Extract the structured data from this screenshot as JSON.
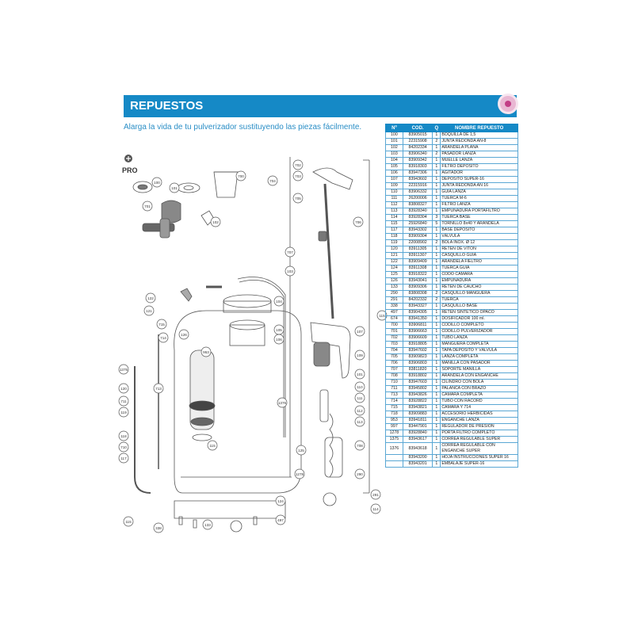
{
  "header": {
    "title": "REPUESTOS"
  },
  "subtitle": "Alarga la vida de tu pulverizador sustituyendo las piezas fácilmente.",
  "pro_label": "PRO",
  "colors": {
    "accent": "#1589c6",
    "badge": "#c23d86",
    "line": "#555555"
  },
  "table": {
    "headers": [
      "Nº",
      "COD.",
      "Q",
      "NOMBRE REPUESTO"
    ],
    "rows": [
      [
        "100",
        "83905015",
        "1",
        "BOQUILLA DE 1,5"
      ],
      [
        "101",
        "22315908",
        "2",
        "JUNTA REDONDA AN-8"
      ],
      [
        "102",
        "84202334",
        "1",
        "ARANDELA PLANA"
      ],
      [
        "103",
        "83906340",
        "2",
        "PASADOR LANZA"
      ],
      [
        "104",
        "83909342",
        "1",
        "MUELLE LANZA"
      ],
      [
        "105",
        "83918303",
        "1",
        "FILTRO DEPÓSITO"
      ],
      [
        "106",
        "83947306",
        "1",
        "AGITADOR"
      ],
      [
        "107",
        "83943602",
        "1",
        "DEPÓSITO SUPER-16"
      ],
      [
        "109",
        "22315916",
        "1",
        "JUNTA REDONDA AN 16"
      ],
      [
        "110",
        "83906332",
        "1",
        "GUÍA LANZA"
      ],
      [
        "111",
        "26200006",
        "1",
        "TUERCA M-6"
      ],
      [
        "112",
        "83808327",
        "1",
        "FILTRO LANZA"
      ],
      [
        "113",
        "83928340",
        "1",
        "EMPUÑADURA PORTAFILTRO"
      ],
      [
        "114",
        "83928304",
        "3",
        "TUERCA BASE"
      ],
      [
        "115",
        "25926840",
        "5",
        "TORNILLO 8x40 Y ARANDELA"
      ],
      [
        "117",
        "83943302",
        "1",
        "BASE DEPÓSITO"
      ],
      [
        "118",
        "83909304",
        "1",
        "VÁLVULA"
      ],
      [
        "119",
        "22008902",
        "2",
        "BOLA INOX. Ø 12"
      ],
      [
        "120",
        "83911305",
        "1",
        "RETEN DE VITÓN"
      ],
      [
        "121",
        "83911307",
        "1",
        "CASQUILLO GUÍA"
      ],
      [
        "122",
        "83909409",
        "1",
        "ARANDELA FIELTRO"
      ],
      [
        "124",
        "83911308",
        "1",
        "TUERCA GUÍA"
      ],
      [
        "125",
        "83918322",
        "1",
        "CODO CÁMARA"
      ],
      [
        "126",
        "83943041",
        "1",
        "EMPUÑADURA"
      ],
      [
        "133",
        "83909306",
        "1",
        "RETEN DE CAUCHO"
      ],
      [
        "290",
        "83808308",
        "2",
        "CASQUILLO MANGUERA"
      ],
      [
        "291",
        "84202332",
        "2",
        "TUERCA"
      ],
      [
        "338",
        "83943327",
        "1",
        "CASQUILLO BASE"
      ],
      [
        "497",
        "83904305",
        "1",
        "RETEN SINTÉTICO OPACO"
      ],
      [
        "674",
        "83941350",
        "1",
        "DOSIFICADOR 100 ml."
      ],
      [
        "700",
        "83906811",
        "1",
        "CODILLO COMPLETO"
      ],
      [
        "701",
        "83906663",
        "1",
        "CODILLO PULVERIZADOR"
      ],
      [
        "702",
        "83906609",
        "1",
        "TUBO LANZA"
      ],
      [
        "703",
        "83918805",
        "1",
        "MANGUERA COMPLETA"
      ],
      [
        "704",
        "83947602",
        "1",
        "TAPA DEPÓSITO Y VÁLVULA"
      ],
      [
        "705",
        "83909823",
        "1",
        "LANZA COMPLETA"
      ],
      [
        "706",
        "83906803",
        "1",
        "MANILLA CON PASADOR"
      ],
      [
        "707",
        "83811820",
        "1",
        "SOPORTE MANILLA"
      ],
      [
        "708",
        "83918802",
        "1",
        "ARANDELA CON ENGANCHE"
      ],
      [
        "710",
        "83947603",
        "1",
        "CILINDRO CON BOLA"
      ],
      [
        "711",
        "83945802",
        "1",
        "PALANCA CON BRAZO"
      ],
      [
        "713",
        "83943826",
        "1",
        "CÁMARA COMPLETA"
      ],
      [
        "714",
        "83928822",
        "1",
        "TUBO CON RACORD"
      ],
      [
        "715",
        "83943821",
        "1",
        "CÁMARA Y 714"
      ],
      [
        "718",
        "83909883",
        "1",
        "ACCESORIO HERBICIDAS"
      ],
      [
        "953",
        "83941811",
        "1",
        "ENGANCHE LANZA"
      ],
      [
        "997",
        "83447901",
        "1",
        "REGULADOR DE PRESIÓN"
      ],
      [
        "1278",
        "83928840",
        "1",
        "PORTA FILTRO COMPLETO"
      ],
      [
        "1375",
        "83943617",
        "1",
        "CORREA REGULABLE SUPER"
      ],
      [
        "1376",
        "83943618",
        "1",
        "CORREA REGULABLE CON ENGANCHE SUPER"
      ],
      [
        "",
        "83943200",
        "1",
        "HOJA INSTRUCCIONES SUPER 16"
      ],
      [
        "",
        "83943201",
        "1",
        "EMBALAJE SUPER-16"
      ]
    ]
  },
  "callouts": [
    "100",
    "101",
    "700",
    "701",
    "102",
    "702",
    "703",
    "704",
    "705",
    "706",
    "707",
    "103",
    "104",
    "105",
    "106",
    "107",
    "109",
    "101",
    "110",
    "111",
    "112",
    "113",
    "708",
    "290",
    "291",
    "114",
    "115",
    "1376",
    "1278",
    "125",
    "124",
    "122",
    "121",
    "715",
    "714",
    "126",
    "953",
    "1375",
    "713",
    "711",
    "120",
    "119",
    "118",
    "710",
    "117",
    "115",
    "338",
    "115",
    "133",
    "497",
    "674",
    "997",
    "718"
  ]
}
